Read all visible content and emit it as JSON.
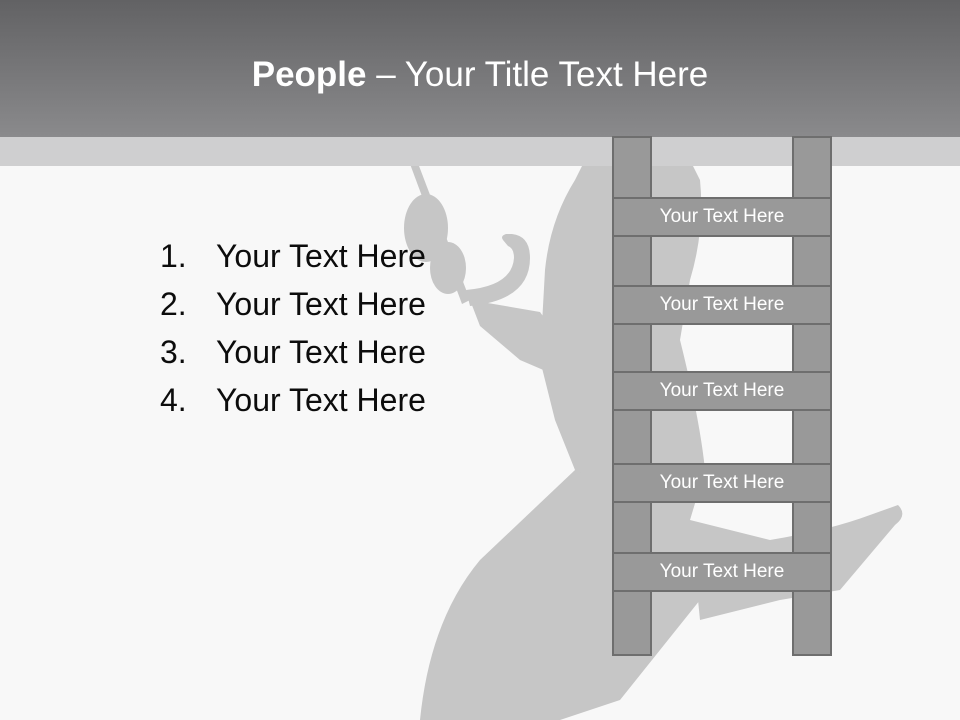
{
  "slide": {
    "title_bold": "People",
    "title_rest": " – Your Title Text Here",
    "list_items": [
      {
        "num": "1.",
        "text": "Your Text Here"
      },
      {
        "num": "2.",
        "text": "Your Text Here"
      },
      {
        "num": "3.",
        "text": "Your Text Here"
      },
      {
        "num": "4.",
        "text": "Your Text Here"
      }
    ],
    "ladder_rungs": [
      "Your Text Here",
      "Your Text Here",
      "Your Text Here",
      "Your Text Here",
      "Your Text Here"
    ]
  },
  "colors": {
    "title_bar_top": "#626264",
    "title_bar_bottom": "#8a8a8c",
    "ladder_fill": "#999999",
    "ladder_border": "#6e6e6e",
    "background": "#f8f8f8"
  }
}
